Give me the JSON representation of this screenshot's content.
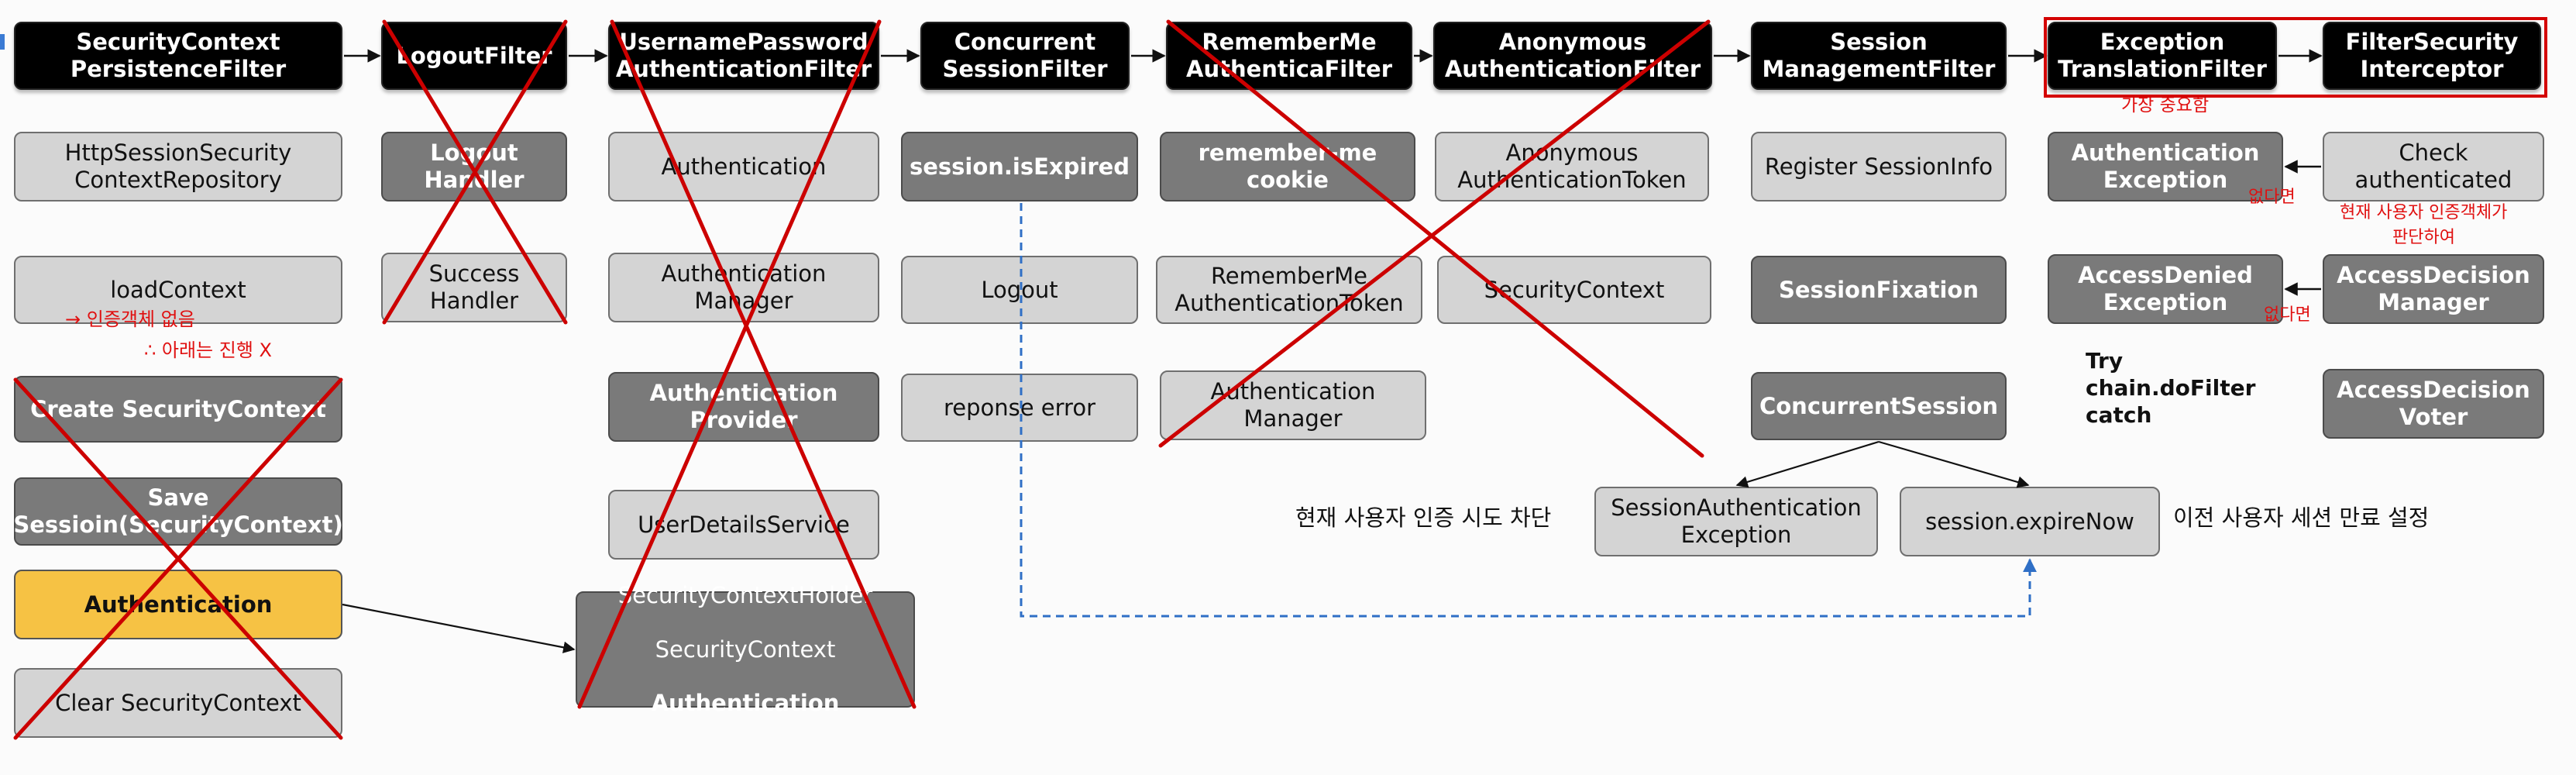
{
  "filters": [
    {
      "id": "securitycontext",
      "label": "SecurityContext\nPersistenceFilter"
    },
    {
      "id": "logout",
      "label": "LogoutFilter"
    },
    {
      "id": "usernamepassword",
      "label": "UsernamePassword\nAuthenticationFilter"
    },
    {
      "id": "concurrent",
      "label": "Concurrent\nSessionFilter"
    },
    {
      "id": "rememberme",
      "label": "RememberMe\nAuthenticaFilter"
    },
    {
      "id": "anonymous",
      "label": "Anonymous\nAuthenticationFilter"
    },
    {
      "id": "session",
      "label": "Session\nManagementFilter"
    },
    {
      "id": "exception",
      "label": "Exception\nTranslationFilter"
    },
    {
      "id": "filtersecurity",
      "label": "FilterSecurity\nInterceptor"
    }
  ],
  "boxes": {
    "httpsession": "HttpSessionSecurity\nContextRepository",
    "loadcontext": "loadContext",
    "createsc": "Create SecurityContext",
    "save": "Save\nSessioin(SecurityContext)",
    "authgold": "Authentication",
    "clearsc": "Clear SecurityContext",
    "logouthandler": "Logout\nHandler",
    "successhandler": "Success\nHandler",
    "authentication": "Authentication",
    "authmanager": "Authentication\nManager",
    "authprovider": "Authentication\nProvider",
    "userdetails": "UserDetailsService",
    "holder_line1": "SecurityContextHolder",
    "holder_line2": "SecurityContext",
    "holder_line3": "Authentication",
    "isexpired": "session.isExpired",
    "logout": "Logout",
    "reponse": "reponse error",
    "cookie": "remember-me\ncookie",
    "remembertoken": "RememberMe\nAuthenticationToken",
    "remembermanager": "Authentication\nManager",
    "anontoken": "Anonymous\nAuthenticationToken",
    "securitycontext2": "SecurityContext",
    "registersession": "Register SessionInfo",
    "sessionfixation": "SessionFixation",
    "concurrentsession": "ConcurrentSession",
    "sessauthexc": "SessionAuthentication\nException",
    "expirenow": "session.expireNow",
    "authexception": "Authentication\nException",
    "checkauth": "Check\nauthenticated",
    "accessdenied": "AccessDenied\nException",
    "decisionmanager": "AccessDecision\nManager",
    "decisionvoter": "AccessDecision\nVoter"
  },
  "labels": {
    "block_current": "현재 사용자 인증 시도 차단",
    "expire_previous": "이전 사용자 세션 만료 설정",
    "try_catch": "Try\nchain.doFilter\ncatch"
  },
  "annotations": {
    "priority": "가장 중요함",
    "arrow_no_auth": "→ 인증객체 없음",
    "so_not_proceed": "∴ 아래는 진행 X",
    "if_none": "없다면",
    "check_current_user": "현재 사용자 인증객체가",
    "judge": "판단하여",
    "if_none2": "없다면"
  },
  "colors": {
    "header": "#000000",
    "light_box": "#d4d4d4",
    "dark_box": "#7a7a7a",
    "highlight_box": "#f6c244",
    "cross": "#cc0000",
    "dashed_link": "#2f6fc6",
    "annotation": "#e01010"
  }
}
